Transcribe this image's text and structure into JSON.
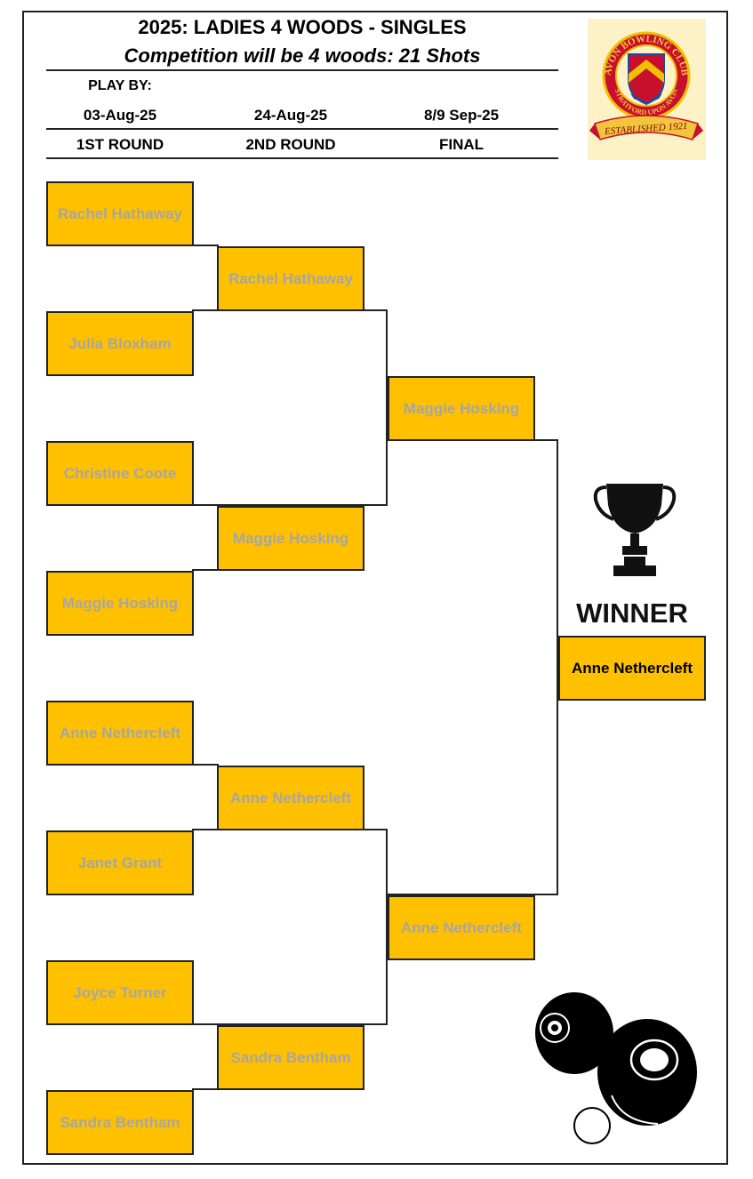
{
  "header": {
    "title": "2025: LADIES 4 WOODS - SINGLES",
    "subtitle": "Competition will be 4 woods: 21 Shots",
    "play_by": "PLAY BY:"
  },
  "rounds": [
    {
      "date": "03-Aug-25",
      "label": "1ST ROUND"
    },
    {
      "date": "24-Aug-25",
      "label": "2ND ROUND"
    },
    {
      "date": "8/9 Sep-25",
      "label": "FINAL"
    }
  ],
  "bracket": {
    "round1": [
      "Rachel Hathaway",
      "Julia Bloxham",
      "Christine Coote",
      "Maggie Hosking",
      "Anne Nethercleft",
      "Janet Grant",
      "Joyce Turner",
      "Sandra Bentham"
    ],
    "round2": [
      "Rachel Hathaway",
      "Maggie Hosking",
      "Anne Nethercleft",
      "Sandra Bentham"
    ],
    "final": [
      "Maggie Hosking",
      "Anne Nethercleft"
    ],
    "winner": "Anne Nethercleft"
  },
  "winner_label": "WINNER",
  "logo": {
    "text_top": "AVON BOWLING CLUB",
    "text_bottom": "STRATFORD UPON AVON",
    "established": "ESTABLISHED 1921"
  },
  "colors": {
    "box_fill": "#ffc000",
    "name_text": "#a6a6a6",
    "winner_text": "#000000",
    "border": "#222222"
  },
  "icons": [
    "trophy-icon",
    "bowls-icon",
    "club-logo"
  ]
}
